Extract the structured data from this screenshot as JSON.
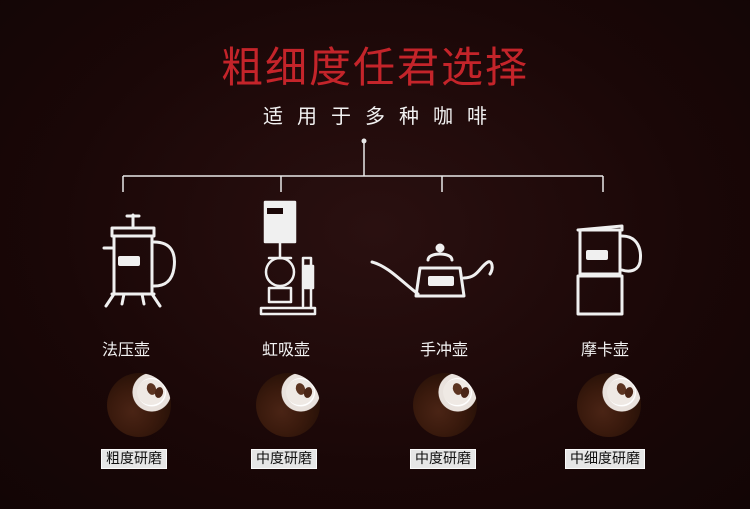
{
  "title": "粗细度任君选择",
  "subtitle": "适用于多种咖啡",
  "colors": {
    "accent": "#c4242a",
    "background": "#1a0707",
    "line": "#e8e8e8"
  },
  "items": [
    {
      "pot": "法压壶",
      "grind": "粗度研磨",
      "icon": "french-press-icon"
    },
    {
      "pot": "虹吸壶",
      "grind": "中度研磨",
      "icon": "siphon-icon"
    },
    {
      "pot": "手冲壶",
      "grind": "中度研磨",
      "icon": "pour-over-kettle-icon"
    },
    {
      "pot": "摩卡壶",
      "grind": "中细度研磨",
      "icon": "moka-pot-icon"
    }
  ]
}
